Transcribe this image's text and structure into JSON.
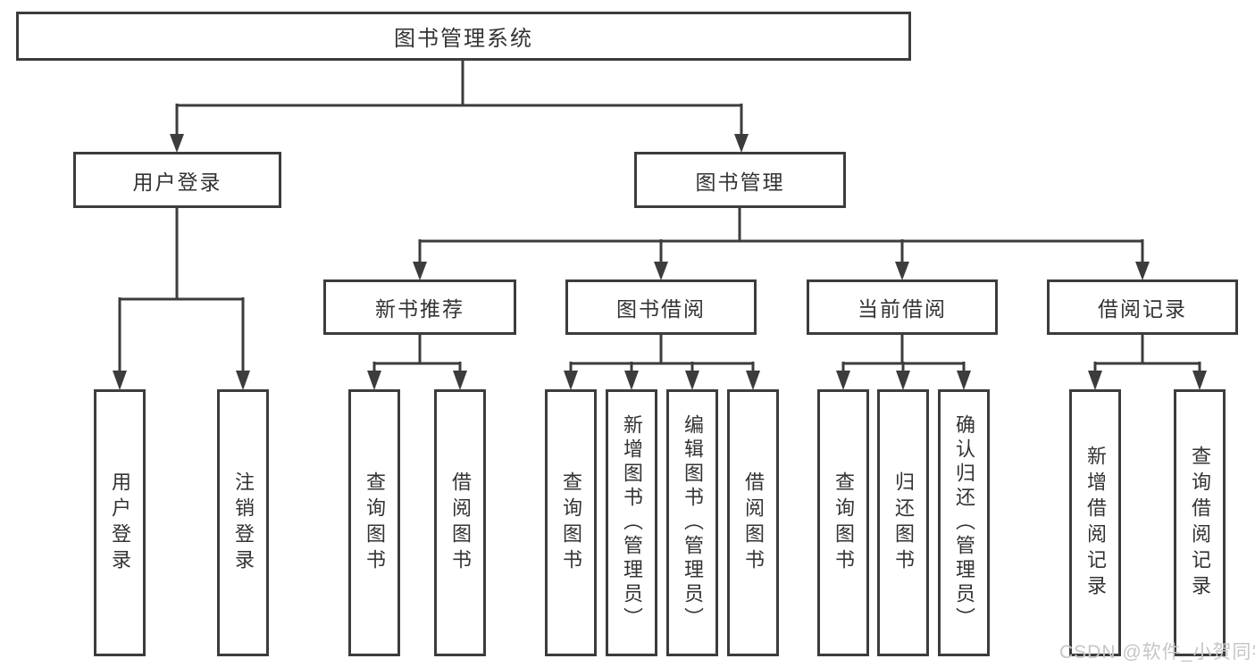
{
  "diagram_type": "hierarchy-tree",
  "nodes": {
    "root": {
      "label": "图书管理系统"
    },
    "level2": [
      {
        "label": "用户登录"
      },
      {
        "label": "图书管理"
      }
    ],
    "level3": [
      {
        "label": "新书推荐",
        "parent": "图书管理"
      },
      {
        "label": "图书借阅",
        "parent": "图书管理"
      },
      {
        "label": "当前借阅",
        "parent": "图书管理"
      },
      {
        "label": "借阅记录",
        "parent": "图书管理"
      }
    ],
    "leaves": [
      {
        "label": "用户登录",
        "parent": "用户登录"
      },
      {
        "label": "注销登录",
        "parent": "用户登录"
      },
      {
        "label": "查询图书",
        "parent": "新书推荐"
      },
      {
        "label": "借阅图书",
        "parent": "新书推荐"
      },
      {
        "label": "查询图书",
        "parent": "图书借阅"
      },
      {
        "label": "新增图书（管理员）",
        "parent": "图书借阅"
      },
      {
        "label": "编辑图书（管理员）",
        "parent": "图书借阅"
      },
      {
        "label": "借阅图书",
        "parent": "图书借阅"
      },
      {
        "label": "查询图书",
        "parent": "当前借阅"
      },
      {
        "label": "归还图书",
        "parent": "当前借阅"
      },
      {
        "label": "确认归还（管理员）",
        "parent": "当前借阅"
      },
      {
        "label": "新增借阅记录",
        "parent": "借阅记录"
      },
      {
        "label": "查询借阅记录",
        "parent": "借阅记录"
      }
    ]
  },
  "watermark": {
    "text": "CSDN @软件_小贺同学"
  },
  "colors": {
    "line": "#3c3c3c",
    "text": "#333333",
    "watermark": "#c6c6c6",
    "background": "#ffffff"
  }
}
